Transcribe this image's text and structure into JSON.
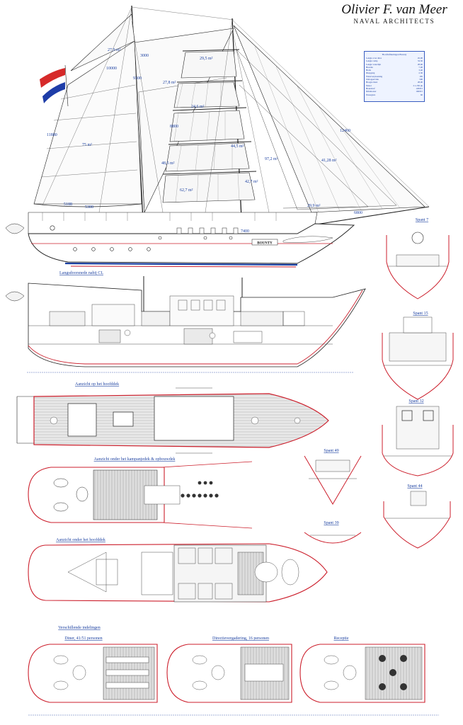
{
  "brand": {
    "name": "Olivier F. van Meer",
    "subtitle": "NAVAL ARCHITECTS"
  },
  "spec_table": {
    "title": "Hoofdafmetingen Bounty",
    "rows": [
      {
        "k": "Lengte over alles",
        "v": "45,00"
      },
      {
        "k": "Lengte romp",
        "v": "33,50"
      },
      {
        "k": "Lengte waterlijn",
        "v": "28,60"
      },
      {
        "k": "Breedte",
        "v": "7,00"
      },
      {
        "k": "Holte",
        "v": "3,40"
      },
      {
        "k": "Diepgang",
        "v": "2,30"
      },
      {
        "k": "Waterverplaatsing",
        "v": "185"
      },
      {
        "k": "Zeiloppervlak",
        "v": "590"
      },
      {
        "k": "Hoogte mast",
        "v": "28,00"
      },
      {
        "k": "Motor",
        "v": "2 x 250 pk"
      },
      {
        "k": "Brandstof",
        "v": "12000 l"
      },
      {
        "k": "Drinkwater",
        "v": "16000 l"
      },
      {
        "k": "Passagiers",
        "v": "60"
      }
    ]
  },
  "ship": {
    "name": "BOUNTY",
    "colors": {
      "line": "#222222",
      "red": "#cc1f2c",
      "blue": "#1a3fa0",
      "flag_red": "#d62a2a",
      "flag_blue": "#1e3da8"
    }
  },
  "sail_areas": [
    "27,9 m²",
    "29,5 m²",
    "27,8 m²",
    "24,6 m²",
    "75 m²",
    "48,5 m²",
    "44,5 m²",
    "42,7 m²",
    "62,7 m²",
    "97,2 m²",
    "41,28 m²",
    "29,9 m²"
  ],
  "dimensions": [
    "10000",
    "9300",
    "11880",
    "8800",
    "5300",
    "5188",
    "3000",
    "7400",
    "12460",
    "6800"
  ],
  "sections": {
    "spant7": "Spant 7",
    "spant15": "Spant 15",
    "spant32": "Spant 32",
    "spant44": "Spant 44",
    "spant49": "Spant 49",
    "spant39": "Spant 39"
  },
  "views": {
    "longitudinal": "Langsdoorsnede nabij CL",
    "main_deck_top": "Aanzicht op het hoofddek",
    "under_campdeck": "Aanzicht onder het kampanjedek & opbouwdek",
    "under_main_deck": "Aanzicht onder het hoofddek",
    "layouts_title": "Verschillende indelingen",
    "layout_dinner": "Diner, 41/51 personen",
    "layout_meeting": "Directievergadering, 16 personen",
    "layout_reception": "Receptie"
  }
}
